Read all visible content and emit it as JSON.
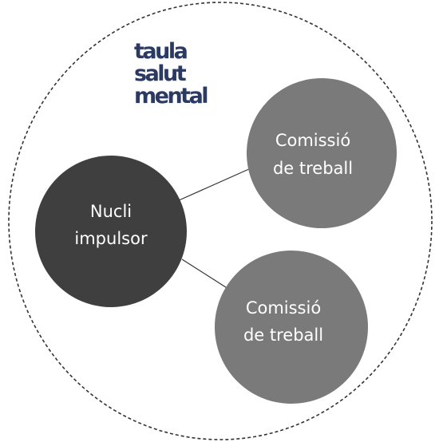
{
  "logo": {
    "lines": [
      "taula",
      "salut",
      "mental"
    ],
    "color": "#2b3a63"
  },
  "nodes": {
    "core": {
      "line1": "Nucli",
      "line2": "impulsor",
      "color": "#3f3f3f"
    },
    "commission_top": {
      "line1": "Comissió",
      "line2": "de treball",
      "color": "#7a7a7a"
    },
    "commission_bottom": {
      "line1": "Comissió",
      "line2": "de treball",
      "color": "#7a7a7a"
    }
  },
  "boundary": {
    "style": "dashed",
    "color": "#333333"
  }
}
